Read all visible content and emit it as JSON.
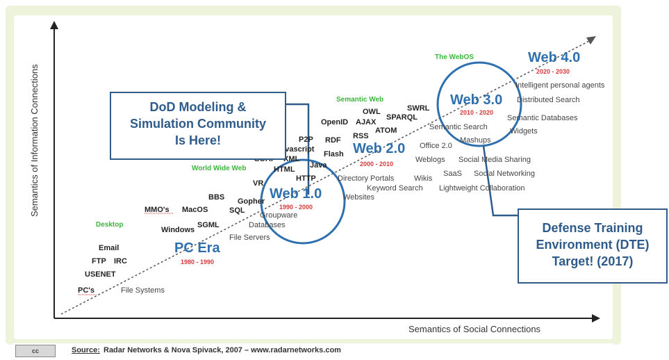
{
  "axes": {
    "x_label": "Semantics of Social Connections",
    "y_label": "Semantics of Information Connections"
  },
  "eras": [
    {
      "id": "pc",
      "name": "PC Era",
      "years": "1980 - 1990"
    },
    {
      "id": "web1",
      "name": "Web 1.0",
      "years": "1990 - 2000"
    },
    {
      "id": "web2",
      "name": "Web 2.0",
      "years": "2000 - 2010"
    },
    {
      "id": "web3",
      "name": "Web 3.0",
      "years": "2010 - 2020"
    },
    {
      "id": "web4",
      "name": "Web 4.0",
      "years": "2020 - 2030"
    }
  ],
  "categories": {
    "desktop": "Desktop",
    "www": "World Wide Web",
    "semantic_web": "Semantic Web",
    "webos": "The WebOS"
  },
  "tech_terms": {
    "pcs": "PC's",
    "usenet": "USENET",
    "ftp": "FTP",
    "irc": "IRC",
    "email": "Email",
    "windows": "Windows",
    "mmos": "MMO's",
    "macos": "MacOS",
    "sgml": "SGML",
    "bbs": "BBS",
    "sql": "SQL",
    "gopher": "Gopher",
    "vr": "VR",
    "html": "HTML",
    "soap": "SOAP",
    "xml": "XML",
    "java": "Java",
    "javascript": "Javascript",
    "http": "HTTP",
    "p2p": "P2P",
    "flash": "Flash",
    "rdf": "RDF",
    "openid": "OpenID",
    "rss": "RSS",
    "ajax": "AJAX",
    "owl": "OWL",
    "atom": "ATOM",
    "sparql": "SPARQL",
    "swrl": "SWRL"
  },
  "app_terms": {
    "file_systems": "File Systems",
    "file_servers": "File Servers",
    "databases": "Databases",
    "groupware": "Groupware",
    "websites": "Websites",
    "directory_portals": "Directory Portals",
    "wikis": "Wikis",
    "keyword_search": "Keyword Search",
    "weblogs": "Weblogs",
    "saas": "SaaS",
    "office20": "Office 2.0",
    "mashups": "Mashups",
    "semantic_search": "Semantic Search",
    "social_media": "Social Media Sharing",
    "social_networking": "Social Networking",
    "lightweight": "Lightweight Collaboration",
    "widgets": "Widgets",
    "semantic_databases": "Semantic Databases",
    "distributed_search": "Distributed Search",
    "intelligent_agents": "Intelligent personal agents"
  },
  "callouts": {
    "dod": "DoD Modeling & Simulation Community Is Here!",
    "dte": "Defense Training Environment (DTE) Target! (2017)"
  },
  "footer": {
    "cc_badge": "cc",
    "source_label": "Source:",
    "source_text": "Radar Networks & Nova Spivack, 2007 – www.radarnetworks.com"
  },
  "colors": {
    "era_blue": "#2e6fae",
    "year_red": "#d23a3a",
    "category_green": "#3db43d",
    "callout_border": "#2f5b8a",
    "panel_bg": "#eef3dc"
  }
}
